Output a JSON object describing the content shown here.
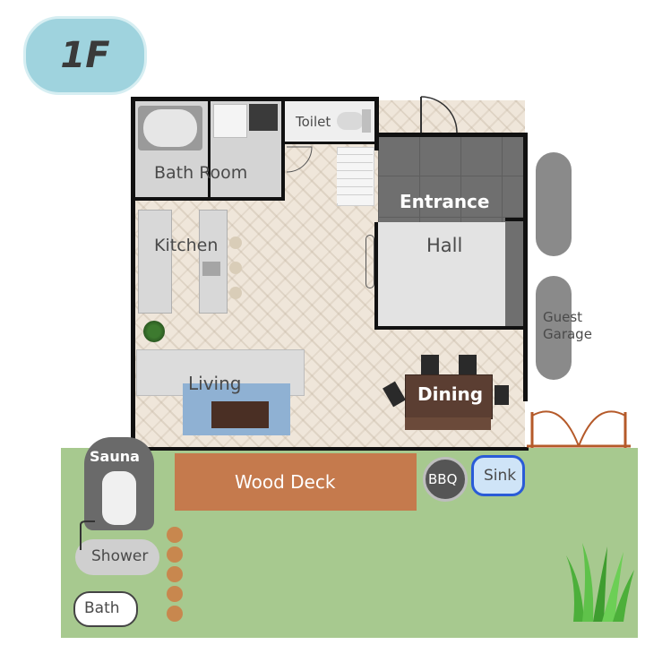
{
  "floor_badge": "1F",
  "rooms": {
    "bath_room": "Bath Room",
    "toilet": "Toilet",
    "kitchen": "Kitchen",
    "entrance": "Entrance",
    "hall": "Hall",
    "living": "Living",
    "dining": "Dining",
    "guest_garage": [
      "Guest",
      "Garage"
    ]
  },
  "outdoor": {
    "sauna": "Sauna",
    "wood_deck": "Wood Deck",
    "bbq": "BBQ",
    "sink": "Sink",
    "shower": "Shower",
    "bath": "Bath"
  },
  "colors": {
    "lawn": "#a7c98f",
    "wood_deck": "#c57a4d",
    "badge": "#9fd3de",
    "sink_border": "#2a5bd7",
    "garage_pad": "#8a8a8a"
  }
}
